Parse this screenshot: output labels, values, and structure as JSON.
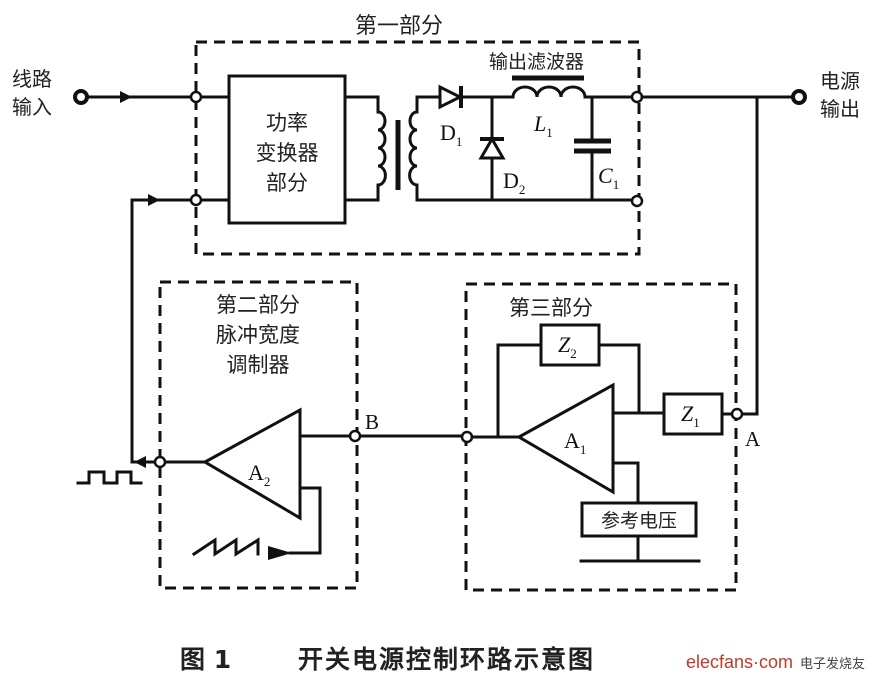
{
  "sections": {
    "part1": {
      "title": "第一部分"
    },
    "part2": {
      "title_lines": [
        "第二部分",
        "脉冲宽度",
        "调制器"
      ]
    },
    "part3": {
      "title": "第三部分"
    }
  },
  "terminals": {
    "line_input": [
      "线路",
      "输入"
    ],
    "power_output": [
      "电源",
      "输出"
    ],
    "node_a": "A",
    "node_b": "B"
  },
  "blocks": {
    "power_converter": [
      "功率",
      "变换器",
      "部分"
    ],
    "output_filter": "输出滤波器",
    "reference_voltage": "参考电压"
  },
  "components": {
    "d1": {
      "base": "D",
      "sub": "1"
    },
    "d2": {
      "base": "D",
      "sub": "2"
    },
    "l1": {
      "base": "L",
      "sub": "1"
    },
    "c1": {
      "base": "C",
      "sub": "1"
    },
    "z1": {
      "base": "Z",
      "sub": "1"
    },
    "z2": {
      "base": "Z",
      "sub": "2"
    },
    "a1": {
      "base": "A",
      "sub": "1"
    },
    "a2": {
      "base": "A",
      "sub": "2"
    }
  },
  "caption": {
    "figure_no": "图 1",
    "title": "开关电源控制环路示意图"
  },
  "watermark": {
    "site": "elecfans·com",
    "cn": "电子发烧友"
  }
}
